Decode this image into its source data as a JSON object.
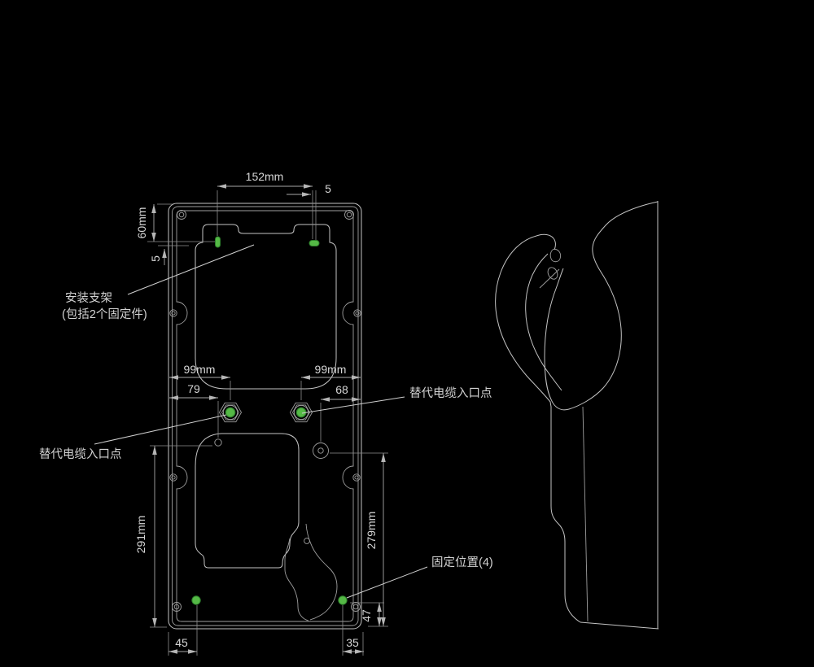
{
  "colors": {
    "background": "#000000",
    "line": "#c3c3c3",
    "dimension_line": "#a8a8a8",
    "text": "#d6d6d6",
    "green": "#55b946",
    "green_stroke": "#2d7f2b"
  },
  "front_view": {
    "dimensions": {
      "width_between_fixings": "152mm",
      "offset_top": "5",
      "top_to_fixing": "60mm",
      "offset_left": "5",
      "edge_to_entry_left": "99mm",
      "edge_to_entry_right": "99mm",
      "edge_to_hole_left": "79",
      "edge_to_hole_right": "68",
      "height_left": "291mm",
      "height_right": "279mm",
      "bottom_offset_right": "47",
      "fixing_inset_left": "45",
      "fixing_inset_right": "35"
    },
    "labels": {
      "mounting_bracket_line1": "安装支架",
      "mounting_bracket_line2": "(包括2个固定件)",
      "cable_entry_left": "替代电缆入口点",
      "cable_entry_right": "替代电缆入口点",
      "fixing_positions": "固定位置(4)"
    }
  }
}
